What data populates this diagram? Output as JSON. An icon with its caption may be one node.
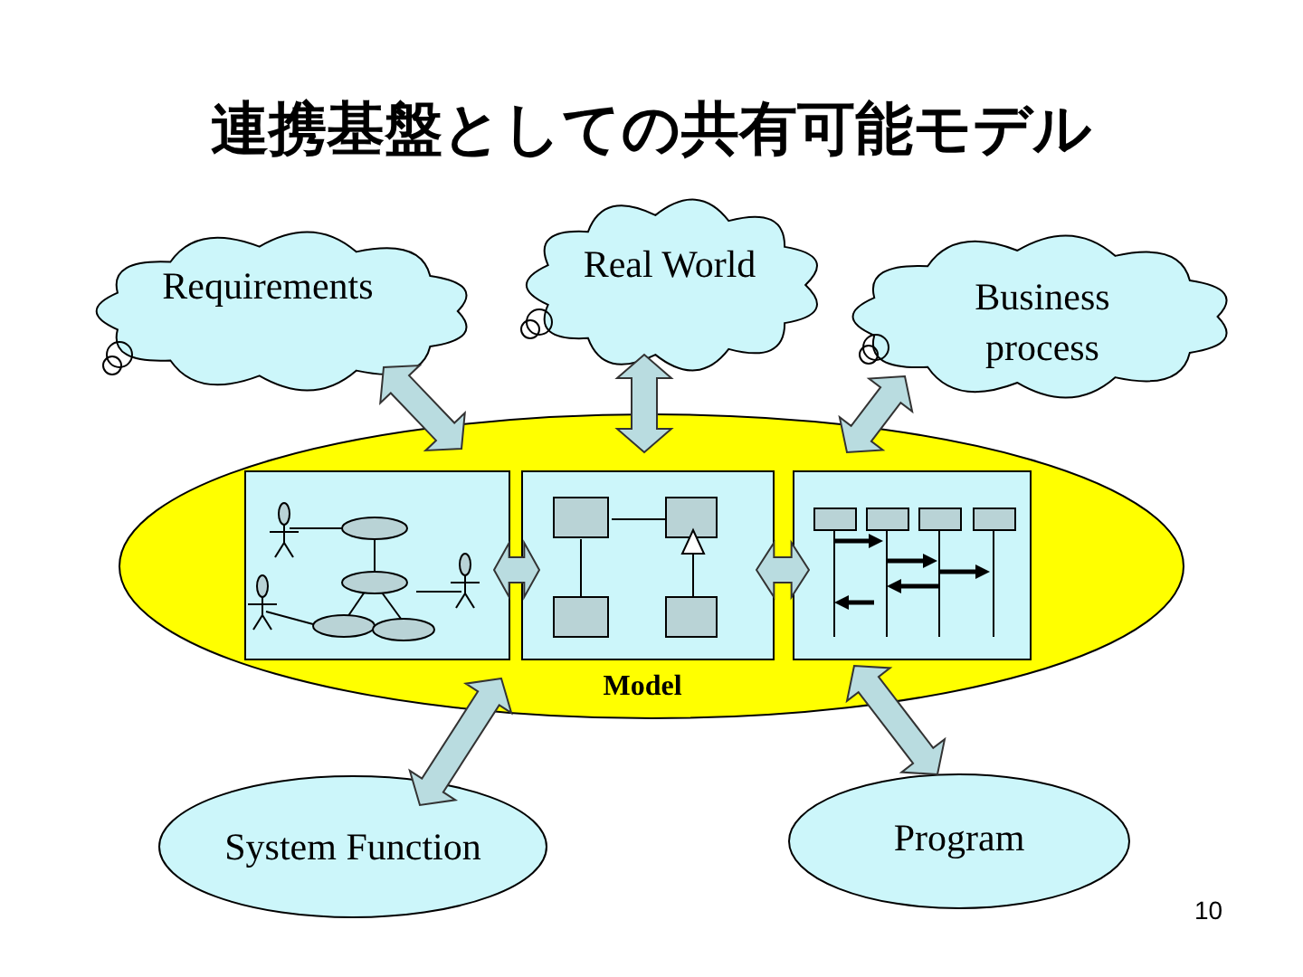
{
  "diagram": {
    "title": "連携基盤としての共有可能モデル",
    "nodes": [
      {
        "text": [
          "Requirements"
        ]
      },
      {
        "text": [
          "Real World"
        ]
      },
      {
        "text": [
          "Business process"
        ]
      },
      {
        "text": [
          "Model"
        ]
      },
      {
        "text": [],
        "shape": "box",
        "in": 3
      },
      {
        "text": [],
        "shape": "box",
        "in": 3
      },
      {
        "text": [],
        "shape": "box",
        "in": 3
      },
      {
        "text": [
          "System Function"
        ]
      },
      {
        "text": [
          "Program"
        ]
      }
    ],
    "edges": [
      {
        "from": 0,
        "to": 3,
        "arrow": "both"
      },
      {
        "from": 1,
        "to": 3,
        "arrow": "both"
      },
      {
        "from": 2,
        "to": 3,
        "arrow": "both"
      },
      {
        "from": 4,
        "to": 5,
        "arrow": "both"
      },
      {
        "from": 5,
        "to": 6,
        "arrow": "both"
      },
      {
        "from": 3,
        "to": 7,
        "arrow": "both"
      },
      {
        "from": 3,
        "to": 8,
        "arrow": "both"
      }
    ],
    "labels": [
      "10"
    ]
  }
}
